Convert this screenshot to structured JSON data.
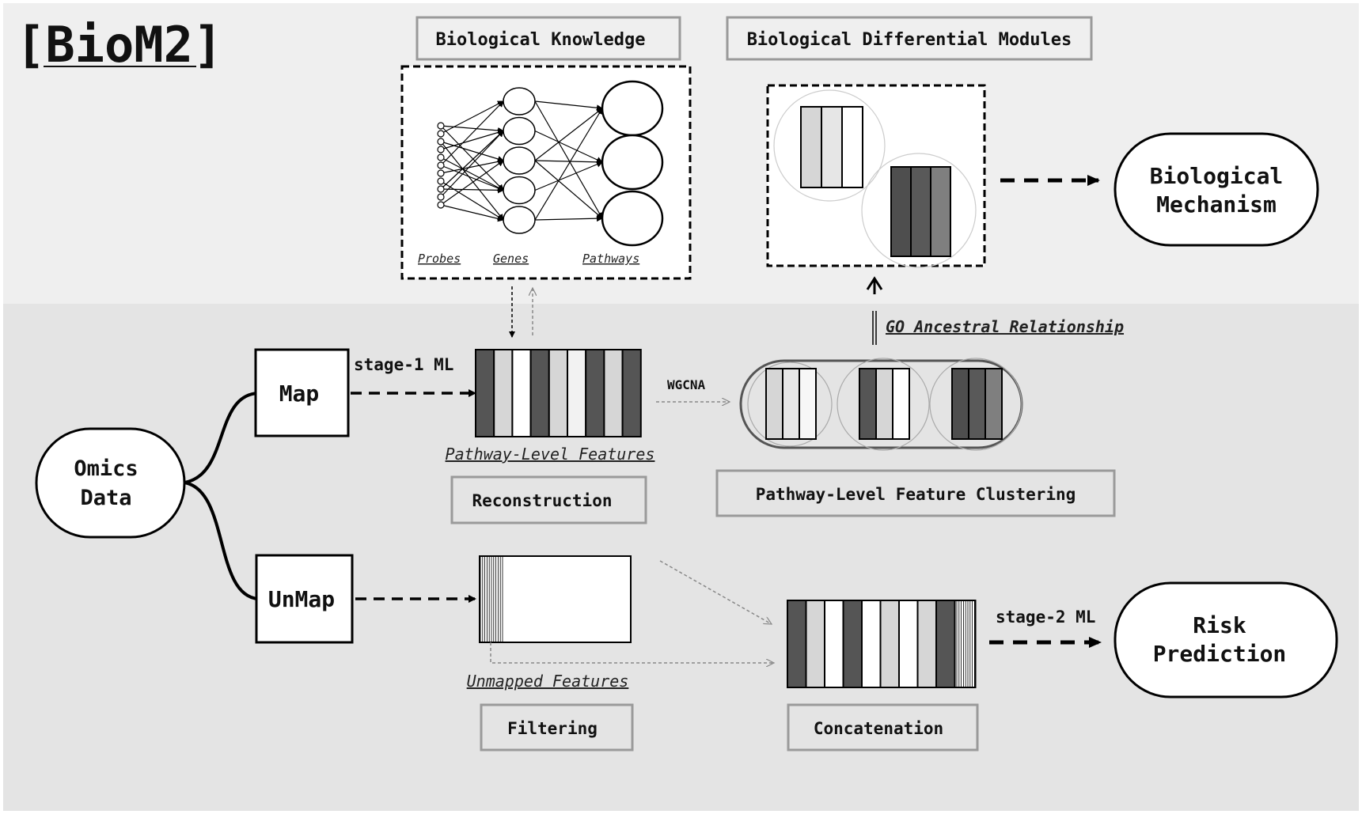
{
  "title": "[BioM2]",
  "top": {
    "knowledge_label": "Biological Knowledge",
    "modules_label": "Biological Differential Modules",
    "network": {
      "probes_label": "Probes",
      "genes_label": "Genes",
      "pathways_label": "Pathways"
    },
    "mechanism_label_line1": "Biological",
    "mechanism_label_line2": "Mechanism"
  },
  "bottom": {
    "omics_line1": "Omics",
    "omics_line2": "Data",
    "map_label": "Map",
    "unmap_label": "UnMap",
    "stage1_label": "stage-1 ML",
    "pathway_features_label": "Pathway-Level Features",
    "reconstruction_label": "Reconstruction",
    "wgcna_label": "WGCNA",
    "go_label": "GO Ancestral Relationship",
    "clustering_label": "Pathway-Level Feature Clustering",
    "unmapped_label": "Unmapped Features",
    "filtering_label": "Filtering",
    "concatenation_label": "Concatenation",
    "stage2_label": "stage-2 ML",
    "risk_line1": "Risk",
    "risk_line2": "Prediction"
  },
  "colors": {
    "top_bg": "#efefef",
    "bottom_bg": "#e4e4e4",
    "dark": "#555555",
    "mid": "#d6d6d6",
    "light": "#f2f2f2",
    "white": "#ffffff",
    "label_box_border": "#9a9a9a"
  }
}
